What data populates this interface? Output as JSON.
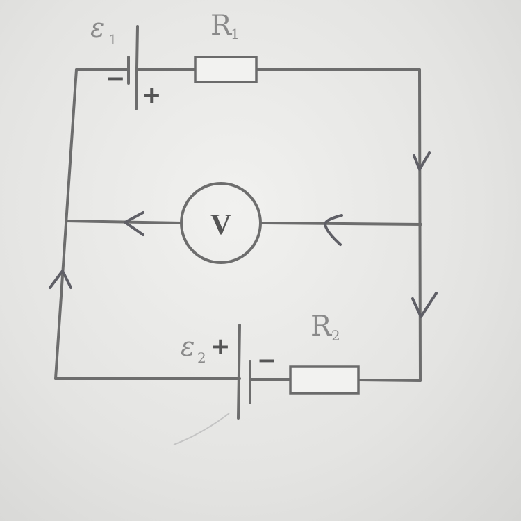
{
  "labels": {
    "emf1": "ε",
    "emf1_sub": "1",
    "r1": "R",
    "r1_sub": "1",
    "emf2": "ε",
    "emf2_sub": "2",
    "r2": "R",
    "r2_sub": "2",
    "voltmeter": "V"
  },
  "polarity": {
    "emf1_left": "−",
    "emf1_right": "+",
    "emf2_left": "+",
    "emf2_right": "−"
  }
}
